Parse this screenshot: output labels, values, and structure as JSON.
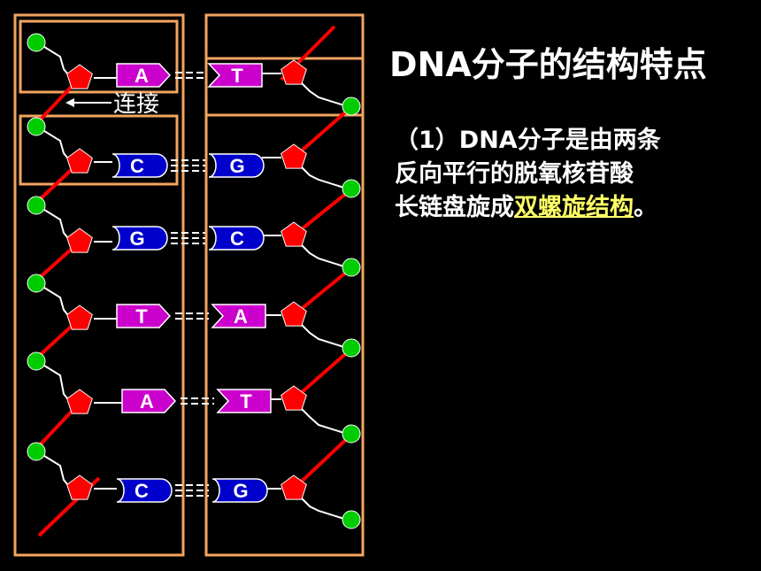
{
  "title": "DNA分子的结构特点",
  "point1": {
    "line1": "（1）DNA分子是由两条",
    "line2": "反向平行的脱氧核苷酸",
    "line3_prefix": "长链盘旋成",
    "line3_highlight": "双螺旋结构",
    "line3_suffix": "。"
  },
  "connect_label": "连接",
  "colors": {
    "background": "#000000",
    "frame": "#f4a460",
    "backbone": "#ff0000",
    "phosphate": "#00cc00",
    "sugar": "#ff0000",
    "purple_base": "#cc00cc",
    "blue_base": "#0000cc",
    "highlight_text": "#ffff66"
  },
  "base_pairs": [
    {
      "left": "A",
      "right": "T",
      "left_color": "purple",
      "right_color": "purple"
    },
    {
      "left": "C",
      "right": "G",
      "left_color": "blue",
      "right_color": "blue"
    },
    {
      "left": "G",
      "right": "C",
      "left_color": "blue",
      "right_color": "blue"
    },
    {
      "left": "T",
      "right": "A",
      "left_color": "purple",
      "right_color": "purple"
    },
    {
      "left": "A",
      "right": "T",
      "left_color": "purple",
      "right_color": "purple"
    },
    {
      "left": "C",
      "right": "G",
      "left_color": "blue",
      "right_color": "blue"
    }
  ]
}
